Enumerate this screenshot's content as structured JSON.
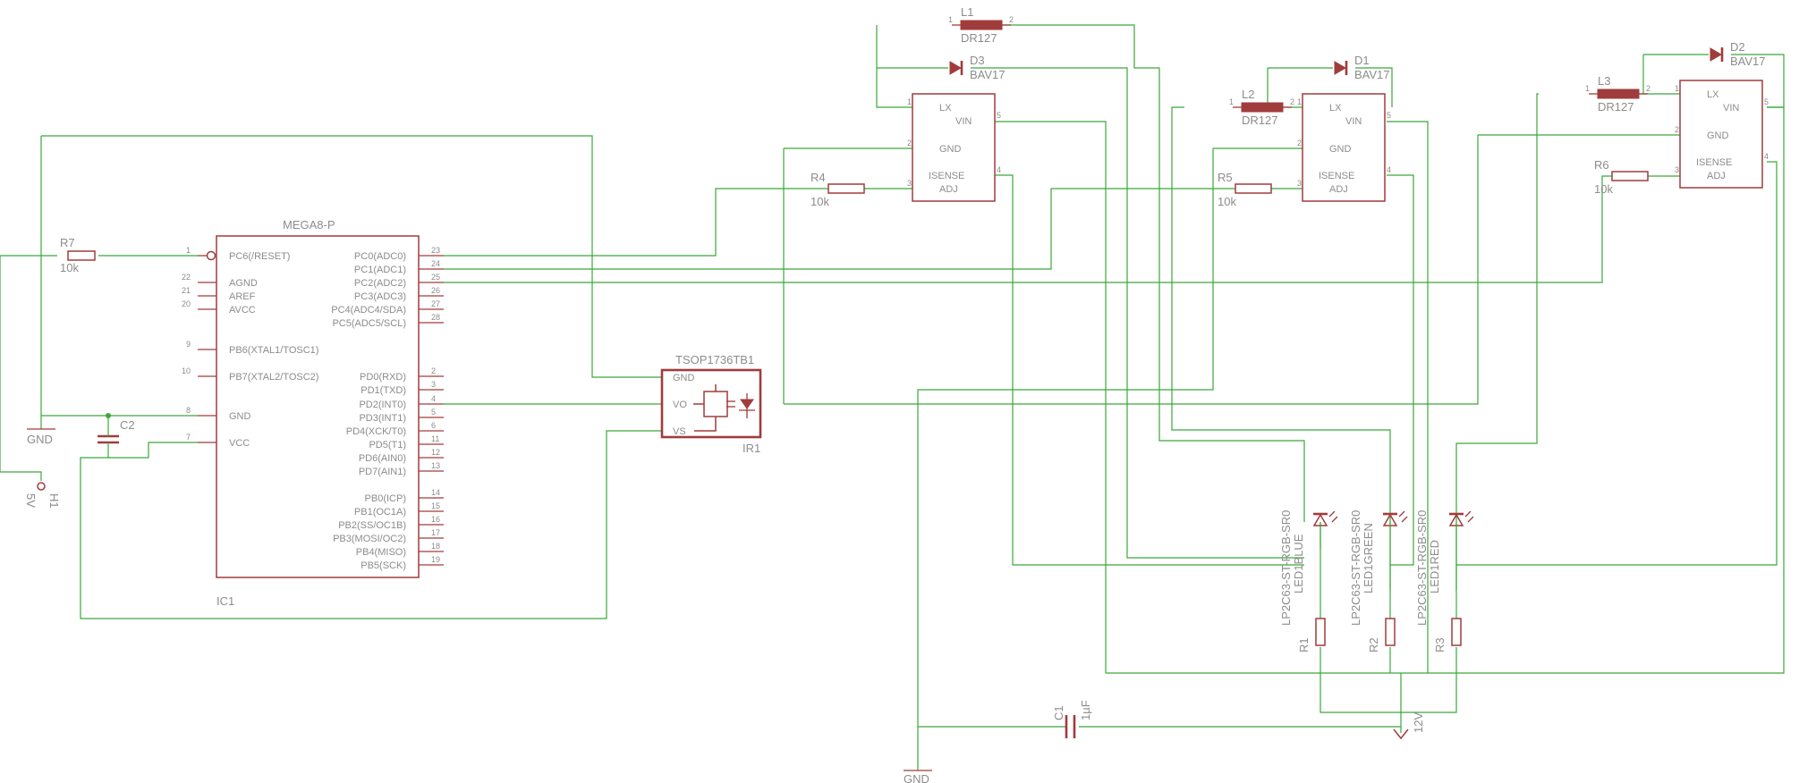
{
  "colors": {
    "wire": "#3aa83a",
    "symbol": "#a03c3c",
    "text": "#8c8c8c",
    "background": "#ffffff"
  },
  "ic1": {
    "title": "MEGA8-P",
    "name": "IC1",
    "left_pins": [
      {
        "no": "1",
        "label": "PC6(/RESET)"
      },
      {
        "no": "22",
        "label": "AGND"
      },
      {
        "no": "21",
        "label": "AREF"
      },
      {
        "no": "20",
        "label": "AVCC"
      },
      {
        "no": "9",
        "label": "PB6(XTAL1/TOSC1)"
      },
      {
        "no": "10",
        "label": "PB7(XTAL2/TOSC2)"
      },
      {
        "no": "8",
        "label": "GND"
      },
      {
        "no": "7",
        "label": "VCC"
      }
    ],
    "right_pins": [
      {
        "no": "23",
        "label": "PC0(ADC0)"
      },
      {
        "no": "24",
        "label": "PC1(ADC1)"
      },
      {
        "no": "25",
        "label": "PC2(ADC2)"
      },
      {
        "no": "26",
        "label": "PC3(ADC3)"
      },
      {
        "no": "27",
        "label": "PC4(ADC4/SDA)"
      },
      {
        "no": "28",
        "label": "PC5(ADC5/SCL)"
      },
      {
        "no": "2",
        "label": "PD0(RXD)"
      },
      {
        "no": "3",
        "label": "PD1(TXD)"
      },
      {
        "no": "4",
        "label": "PD2(INT0)"
      },
      {
        "no": "5",
        "label": "PD3(INT1)"
      },
      {
        "no": "6",
        "label": "PD4(XCK/T0)"
      },
      {
        "no": "11",
        "label": "PD5(T1)"
      },
      {
        "no": "12",
        "label": "PD6(AIN0)"
      },
      {
        "no": "13",
        "label": "PD7(AIN1)"
      },
      {
        "no": "14",
        "label": "PB0(ICP)"
      },
      {
        "no": "15",
        "label": "PB1(OC1A)"
      },
      {
        "no": "16",
        "label": "PB2(SS/OC1B)"
      },
      {
        "no": "17",
        "label": "PB3(MOSI/OC2)"
      },
      {
        "no": "18",
        "label": "PB4(MISO)"
      },
      {
        "no": "19",
        "label": "PB5(SCK)"
      }
    ]
  },
  "ir1": {
    "title": "TSOP1736TB1",
    "name": "IR1",
    "pins": [
      "GND",
      "VO",
      "VS"
    ]
  },
  "r7": {
    "name": "R7",
    "value": "10k"
  },
  "c2": {
    "name": "C2"
  },
  "gnd_left": "GND",
  "h1": {
    "name": "H1",
    "value": "5V"
  },
  "drivers": [
    {
      "lx": "LX",
      "vin": "VIN",
      "gnd": "GND",
      "isense": "ISENSE",
      "adj": "ADJ",
      "pins": {
        "lx": "1",
        "gnd": "2",
        "adj": "3",
        "isense": "4",
        "vin": "5"
      },
      "inductor": {
        "name": "L1",
        "value": "DR127",
        "p1": "1",
        "p2": "2"
      },
      "diode": {
        "name": "D3",
        "value": "BAV17"
      },
      "resistor": {
        "name": "R4",
        "value": "10k"
      }
    },
    {
      "lx": "LX",
      "vin": "VIN",
      "gnd": "GND",
      "isense": "ISENSE",
      "adj": "ADJ",
      "pins": {
        "lx": "1",
        "gnd": "2",
        "adj": "3",
        "isense": "4",
        "vin": "5"
      },
      "inductor": {
        "name": "L2",
        "value": "DR127",
        "p1": "1",
        "p2": "2"
      },
      "diode": {
        "name": "D1",
        "value": "BAV17"
      },
      "resistor": {
        "name": "R5",
        "value": "10k"
      }
    },
    {
      "lx": "LX",
      "vin": "VIN",
      "gnd": "GND",
      "isense": "ISENSE",
      "adj": "ADJ",
      "pins": {
        "lx": "1",
        "gnd": "2",
        "adj": "3",
        "isense": "4",
        "vin": "5"
      },
      "inductor": {
        "name": "L3",
        "value": "DR127",
        "p1": "1",
        "p2": "2"
      },
      "diode": {
        "name": "D2",
        "value": "BAV17"
      },
      "resistor": {
        "name": "R6",
        "value": "10k"
      }
    }
  ],
  "leds": [
    {
      "part": "LP2C63-ST-RGB-SR0",
      "name": "LED1BLUE"
    },
    {
      "part": "LP2C63-ST-RGB-SR0",
      "name": "LED1GREEN"
    },
    {
      "part": "LP2C63-ST-RGB-SR0",
      "name": "LED1RED"
    }
  ],
  "sense_resistors": [
    "R1",
    "R2",
    "R3"
  ],
  "c1": {
    "name": "C1",
    "value": "1µF"
  },
  "gnd_bottom": "GND",
  "supply": "12V"
}
